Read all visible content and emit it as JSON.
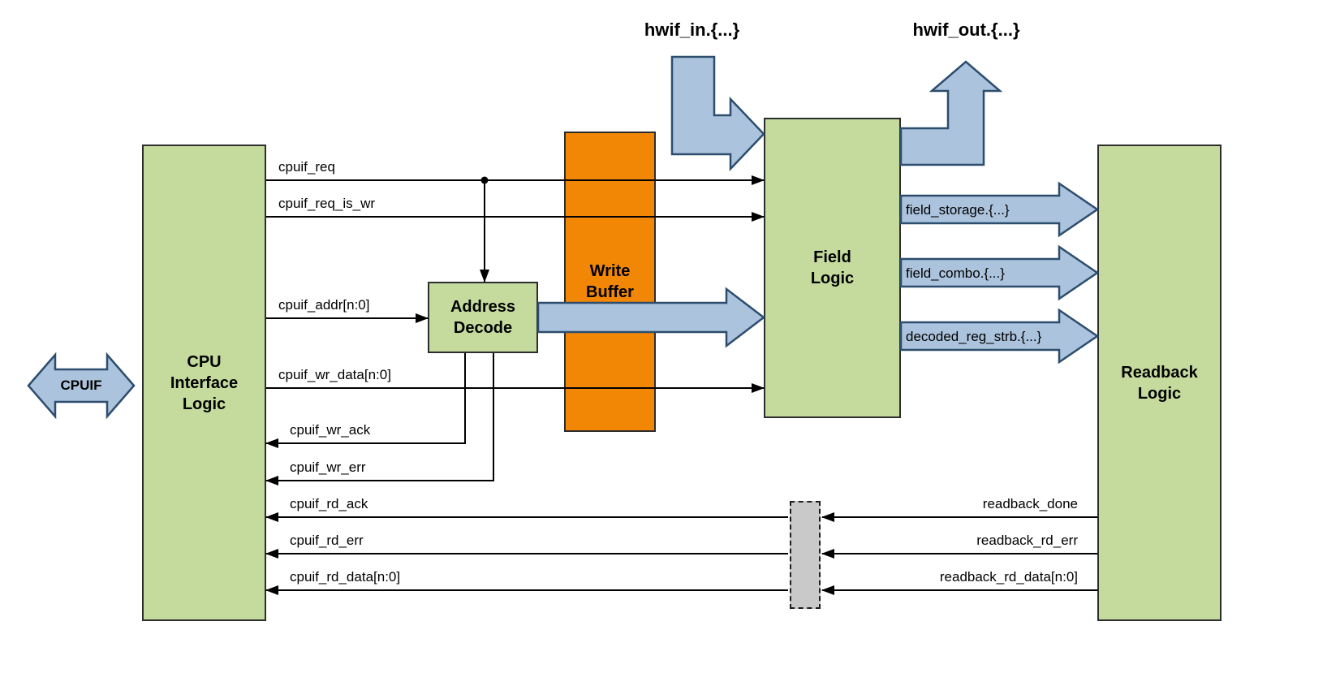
{
  "blocks": {
    "cpu_interface": {
      "label": "CPU\nInterface\nLogic"
    },
    "address_decode": {
      "label": "Address\nDecode"
    },
    "write_buffer": {
      "label": "Write\nBuffer"
    },
    "field_logic": {
      "label": "Field\nLogic"
    },
    "readback": {
      "label": "Readback\nLogic"
    }
  },
  "bus_arrows": {
    "cpuif": {
      "label": "CPUIF"
    },
    "hwif_in": {
      "label": "hwif_in.{...}"
    },
    "hwif_out": {
      "label": "hwif_out.{...}"
    },
    "field_storage": {
      "label": "field_storage.{...}"
    },
    "field_combo": {
      "label": "field_combo.{...}"
    },
    "decoded_reg_strb": {
      "label": "decoded_reg_strb.{...}"
    }
  },
  "signals": {
    "cpuif_req": "cpuif_req",
    "cpuif_req_is_wr": "cpuif_req_is_wr",
    "cpuif_addr": "cpuif_addr[n:0]",
    "cpuif_wr_data": "cpuif_wr_data[n:0]",
    "cpuif_wr_ack": "cpuif_wr_ack",
    "cpuif_wr_err": "cpuif_wr_err",
    "cpuif_rd_ack": "cpuif_rd_ack",
    "cpuif_rd_err": "cpuif_rd_err",
    "cpuif_rd_data": "cpuif_rd_data[n:0]",
    "readback_done": "readback_done",
    "readback_rd_err": "readback_rd_err",
    "readback_rd_data": "readback_rd_data[n:0]"
  },
  "colors": {
    "block_green": "#c5db9d",
    "block_orange": "#f28705",
    "arrow_blue": "#abc3dc",
    "arrow_blue_stroke": "#2c4d6e",
    "retime_gray": "#c9c9c9"
  }
}
